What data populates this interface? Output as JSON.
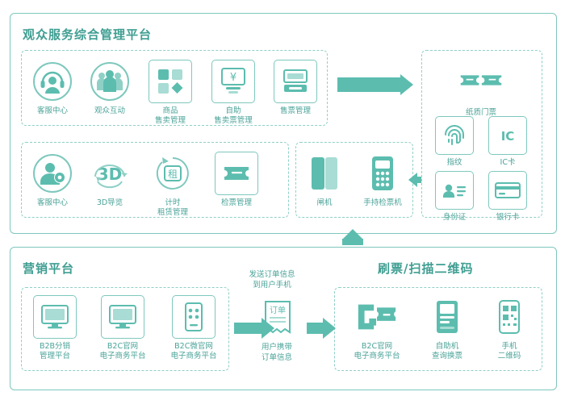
{
  "panels": {
    "top_title": "观众服务综合管理平台",
    "marketing_title": "营销平台",
    "scan_title": "刷票/扫描二维码"
  },
  "row1": [
    {
      "label": "客服中心",
      "icon": "headset-agent-icon"
    },
    {
      "label": "观众互动",
      "icon": "audience-group-icon"
    },
    {
      "label": "商品\n售卖管理",
      "icon": "goods-squares-icon"
    },
    {
      "label": "自助\n售卖票管理",
      "icon": "kiosk-yen-icon"
    },
    {
      "label": "售票管理",
      "icon": "ticket-machine-icon"
    }
  ],
  "row2": [
    {
      "label": "客服中心",
      "icon": "user-gear-icon"
    },
    {
      "label": "3D导览",
      "icon": "3d-guide-icon"
    },
    {
      "label": "计时\n租赁管理",
      "icon": "timer-rent-icon"
    },
    {
      "label": "检票管理",
      "icon": "ticket-check-icon"
    }
  ],
  "gates": [
    {
      "label": "闸机",
      "icon": "turnstile-gate-icon"
    },
    {
      "label": "手持检票机",
      "icon": "handheld-scanner-icon"
    }
  ],
  "tickets": [
    {
      "label": "纸质门票",
      "icon": "paper-ticket-icon"
    },
    {
      "label": "指纹",
      "icon": "fingerprint-icon"
    },
    {
      "label": "IC卡",
      "icon": "ic-card-icon"
    },
    {
      "label": "身份证",
      "icon": "id-card-icon"
    },
    {
      "label": "银行卡",
      "icon": "bank-card-icon"
    }
  ],
  "marketing": [
    {
      "label": "B2B分销\n管理平台",
      "icon": "desktop-monitor-icon"
    },
    {
      "label": "B2C官网\n电子商务平台",
      "icon": "desktop-monitor-icon"
    },
    {
      "label": "B2C微官网\n电子商务平台",
      "icon": "mobile-phone-icon"
    }
  ],
  "order": {
    "note_top": "发送订单信息\n到用户手机",
    "ticket_label": "订单",
    "note_bottom": "用户携带\n订单信息"
  },
  "scan": [
    {
      "label": "B2C官网\n电子商务平台",
      "icon": "qr-ticket-icon"
    },
    {
      "label": "自助机\n查询换票",
      "icon": "self-service-kiosk-icon"
    },
    {
      "label": "手机\n二维码",
      "icon": "phone-qr-icon"
    }
  ],
  "colors": {
    "accent": "#5cbdaf",
    "line": "#7ec8bd",
    "text": "#4aa398",
    "fill_light": "#bfe4de"
  }
}
